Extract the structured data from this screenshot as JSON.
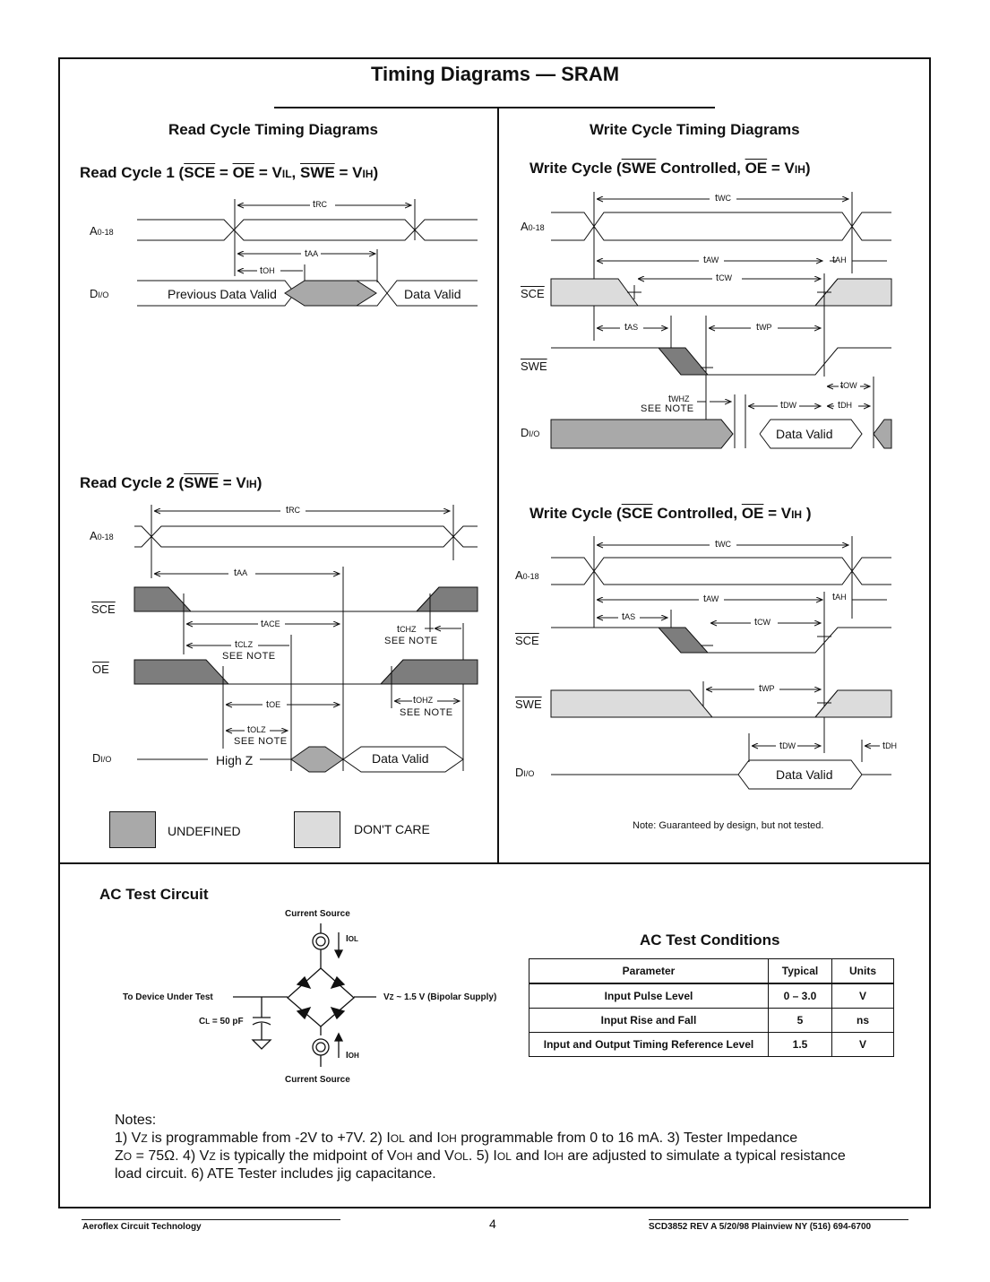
{
  "page_title": "Timing Diagrams — SRAM",
  "read_section": {
    "heading": "Read Cycle Timing Diagrams",
    "rc1": {
      "prefix": "Read Cycle 1 (",
      "sce": "SCE",
      "eq1": " = ",
      "oe": "OE",
      "eq2": " = V",
      "sub1": "IL",
      "comma": ", ",
      "swe": "SWE",
      "eq3": " = V",
      "sub2": "IH",
      "close": ")"
    },
    "rc2": {
      "prefix": "Read Cycle 2 (",
      "swe": "SWE",
      "eq": " = V",
      "sub": "IH",
      "close": ")"
    }
  },
  "write_section": {
    "heading": "Write Cycle Timing Diagrams",
    "wc1": {
      "prefix": "Write Cycle  (",
      "swe": "SWE",
      "mid": " Controlled, ",
      "oe": "OE",
      "eq": " = V",
      "sub": "IH",
      "close": ")"
    },
    "wc2": {
      "prefix": "Write Cycle  (",
      "sce": "SCE",
      "mid": " Controlled, ",
      "oe": "OE",
      "eq": " = V",
      "sub": "IH",
      "close": " )"
    }
  },
  "signals": {
    "addr": "A",
    "addr_sub": "0-18",
    "dio": "D",
    "dio_sub": "I/O",
    "sce": "SCE",
    "oe": "OE",
    "swe": "SWE"
  },
  "labels": {
    "prev_data_valid": "Previous Data Valid",
    "data_valid": "Data Valid",
    "high_z": "High Z",
    "see_note": "SEE  NOTE",
    "t": "t",
    "rc": "RC",
    "aa": "AA",
    "oh": "OH",
    "ace": "ACE",
    "clz": "CLZ",
    "chz": "CHZ",
    "oe_t": "OE",
    "ohz": "OHZ",
    "olz": "OLZ",
    "wc": "WC",
    "aw": "AW",
    "ah": "AH",
    "cw": "CW",
    "as": "AS",
    "wp": "WP",
    "ow": "OW",
    "whz": "WHZ",
    "dw": "DW",
    "dh": "DH"
  },
  "legend": {
    "undefined": "UNDEFINED",
    "dont_care": "DON'T CARE"
  },
  "write_note": "Note:  Guaranteed by design, but not tested.",
  "ac_circuit": {
    "heading": "AC Test Circuit",
    "current_source_top": "Current Source",
    "current_source_bottom": "Current Source",
    "iol": "I",
    "iol_sub": "OL",
    "ioh": "I",
    "ioh_sub": "OH",
    "to_device": "To Device Under Test",
    "cl": "C",
    "cl_sub": "L",
    "cl_val": " = 50 pF",
    "vz": "V",
    "vz_sub": "Z",
    "vz_rest": " ~ 1.5 V (Bipolar Supply)"
  },
  "ac_conditions": {
    "heading": "AC Test Conditions",
    "columns": [
      "Parameter",
      "Typical",
      "Units"
    ],
    "rows": [
      [
        "Input Pulse Level",
        "0 – 3.0",
        "V"
      ],
      [
        "Input Rise and Fall",
        "5",
        "ns"
      ],
      [
        "Input and Output Timing Reference Level",
        "1.5",
        "V"
      ]
    ]
  },
  "notes": {
    "label": "Notes:",
    "l1a": "1) V",
    "l1b": "Z",
    "l1c": " is programmable from -2V to +7V.  2) I",
    "l1d": "OL",
    "l1e": " and I",
    "l1f": "OH",
    "l1g": " programmable from 0 to 16 mA. 3) Tester Impedance",
    "l2a": "Z",
    "l2b": "O",
    "l2c": " = 75Ω.  4) V",
    "l2d": "Z",
    "l2e": " is typically the midpoint of V",
    "l2f": "OH",
    "l2g": " and V",
    "l2h": "OL",
    "l2i": ". 5) I",
    "l2j": "OL",
    "l2k": " and I",
    "l2l": "OH",
    "l2m": " are adjusted to simulate a typical resistance",
    "l3": "load circuit. 6) ATE Tester  includes jig capacitance."
  },
  "footer": {
    "left": "Aeroflex Circuit Technology",
    "page": "4",
    "right": "SCD3852 REV A  5/20/98     Plainview NY  (516) 694-6700"
  },
  "colors": {
    "undefined_fill": "#a9a9a9",
    "dont_care_fill": "#dcdcdc",
    "dark_fill": "#7d7d7d"
  }
}
